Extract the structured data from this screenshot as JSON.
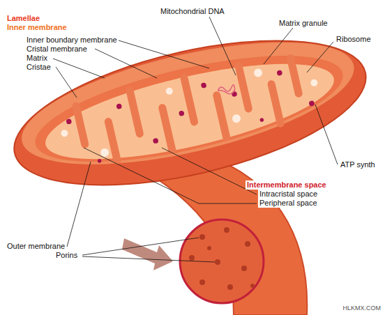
{
  "diagram": {
    "labels": [
      "Lamellae",
      "Inner membrane",
      "Inner boundary membrane",
      "Cristal membrane",
      "Matrix",
      "Cristae",
      "Mitochondrial DNA",
      "Matrix granule",
      "Ribosome",
      "ATP synth",
      "Intermembrane space",
      "Intracristal space",
      "Peripheral space",
      "Outer membrane",
      "Porins",
      "HLKMX.COM"
    ]
  }
}
